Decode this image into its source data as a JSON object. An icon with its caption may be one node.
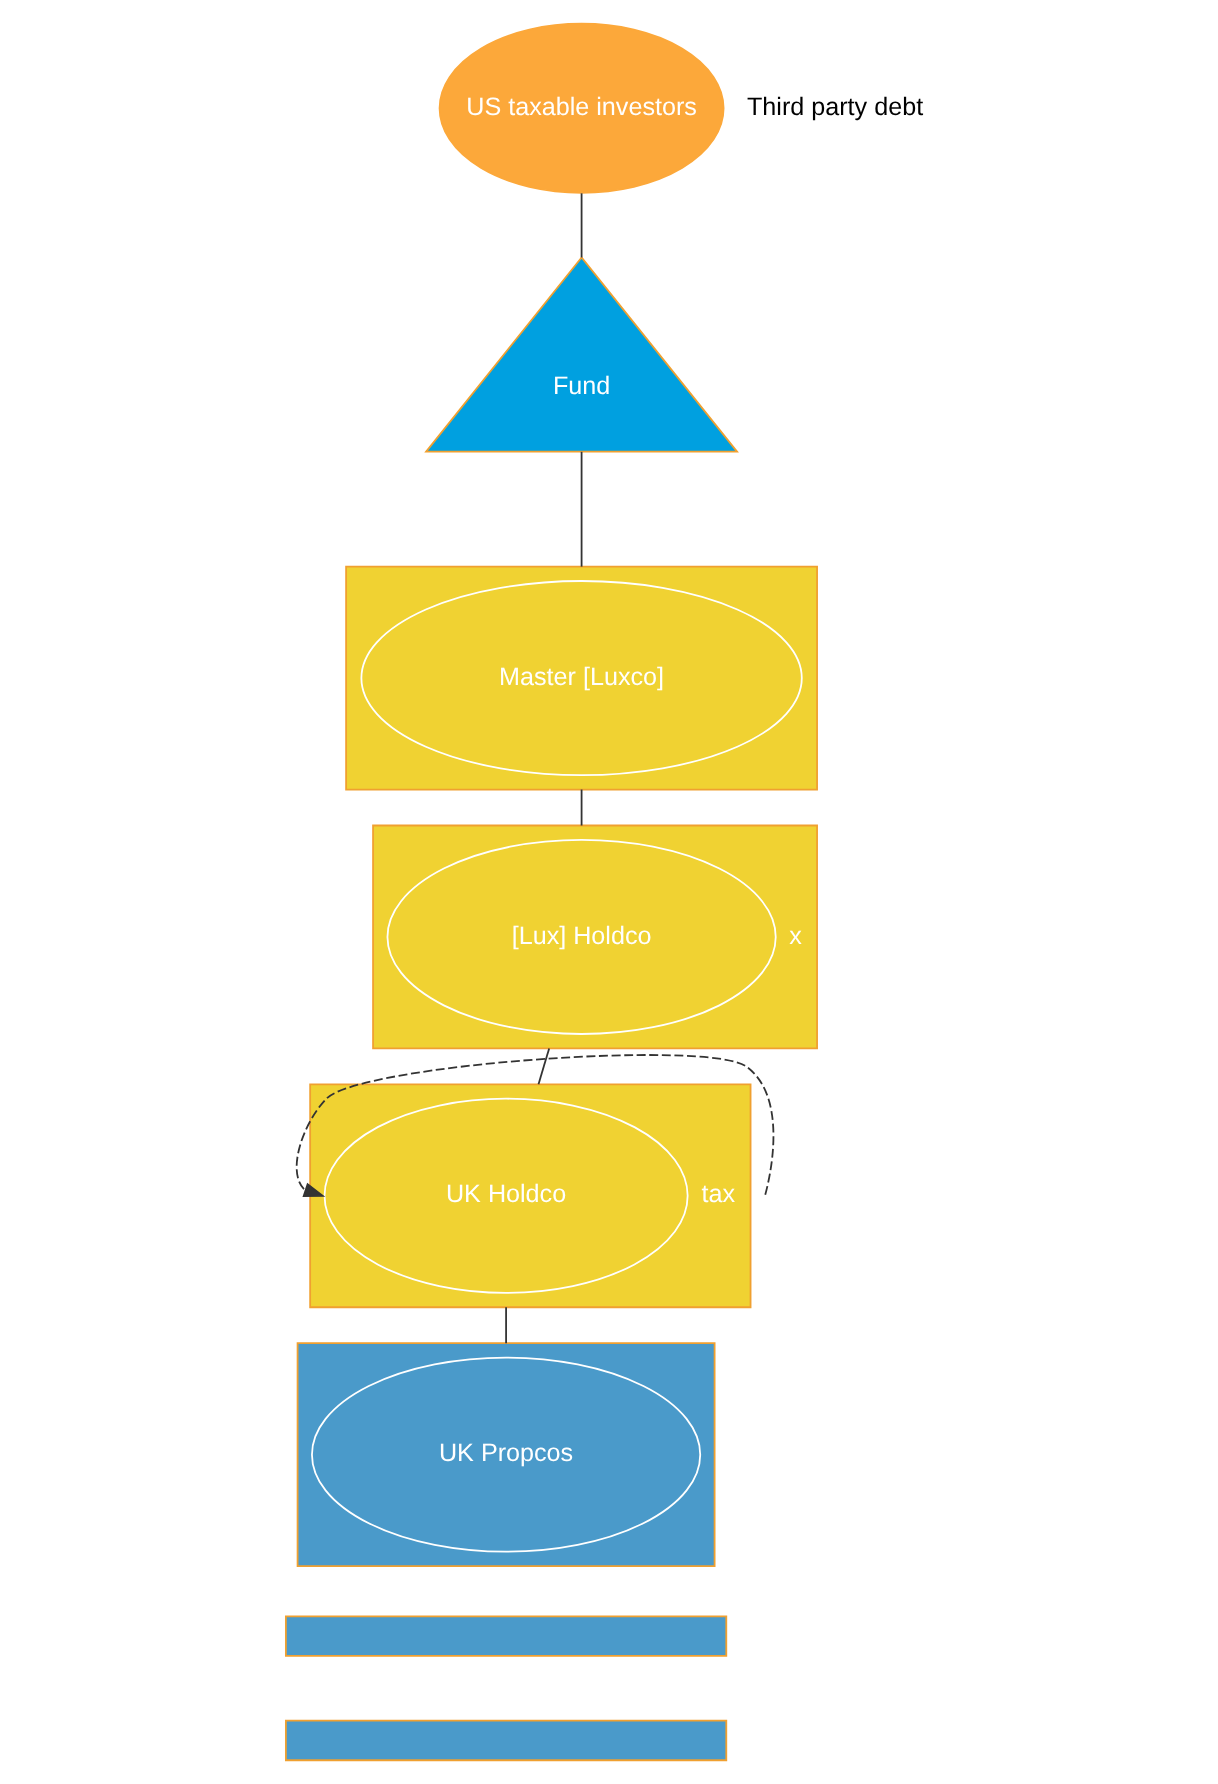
{
  "diagram": {
    "nodes": [
      {
        "text": [
          "US taxable investors"
        ]
      },
      {
        "text": [
          "Fund"
        ]
      },
      {
        "text": [],
        "shape": "box"
      },
      {
        "text": [
          "Master [Luxco]"
        ],
        "in": 2
      },
      {
        "text": [],
        "shape": "box"
      },
      {
        "text": [
          "[Lux] Holdco"
        ],
        "in": 4,
        "beside": [
          "x"
        ]
      },
      {
        "text": [],
        "shape": "box"
      },
      {
        "text": [
          "UK Holdco"
        ],
        "in": 6,
        "beside": [
          "tax"
        ]
      },
      {
        "text": [],
        "shape": "box"
      },
      {
        "text": [
          "UK Propcos"
        ],
        "in": 8
      },
      {
        "text": [],
        "shape": "box"
      },
      {
        "text": [],
        "shape": "box"
      }
    ],
    "edges": [
      {
        "from": 0,
        "to": 1,
        "arrow": "none"
      },
      {
        "from": 1,
        "to": 2,
        "arrow": "none"
      },
      {
        "from": 2,
        "to": 4,
        "arrow": "none"
      },
      {
        "from": 4,
        "to": 6,
        "arrow": "none"
      },
      {
        "from": 6,
        "to": 8,
        "arrow": "none"
      },
      {
        "from": null,
        "to": 7,
        "arrow": "to",
        "style": "dashed"
      }
    ],
    "labels": [
      "Third party debt"
    ]
  }
}
